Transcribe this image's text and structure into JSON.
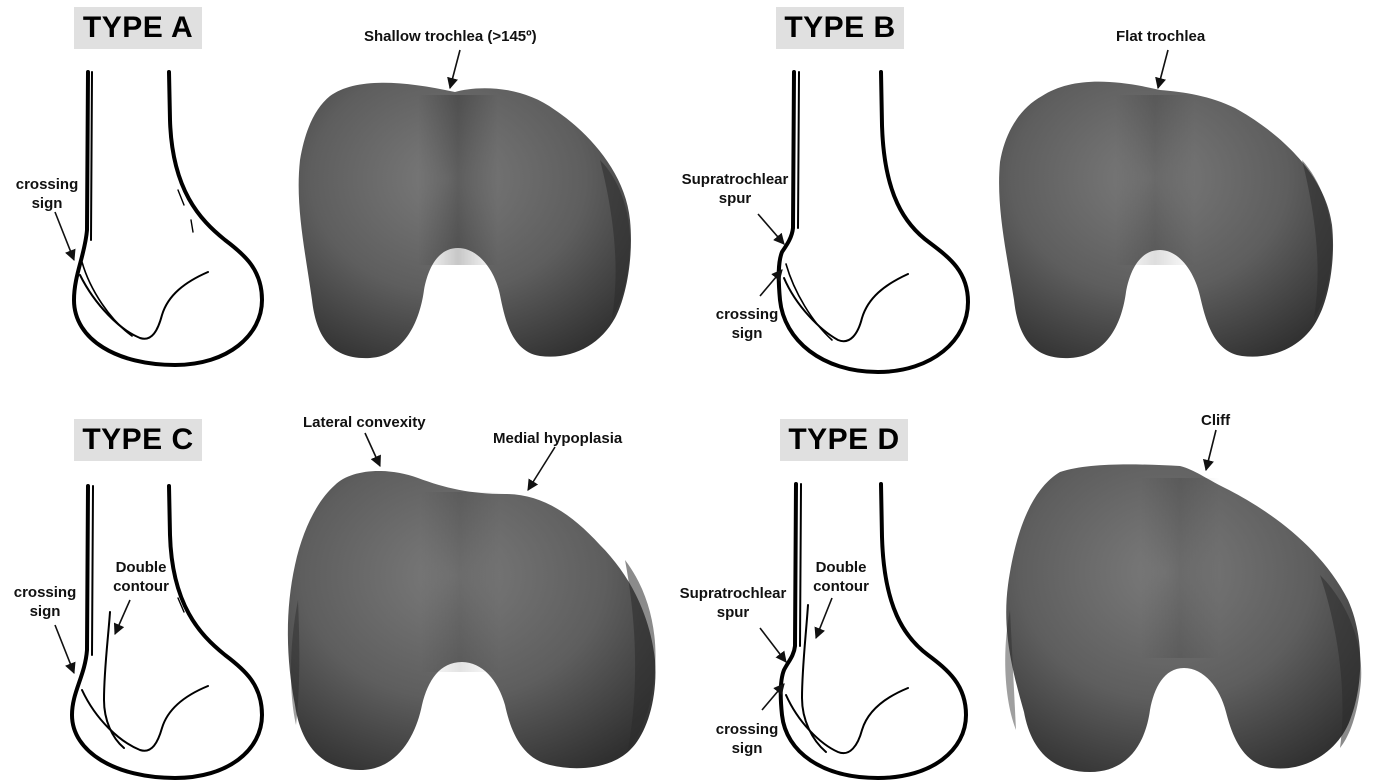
{
  "panels": {
    "a": {
      "title": "TYPE A",
      "trochlea_label": "Shallow trochlea (>145º)",
      "crossing_line1": "crossing",
      "crossing_line2": "sign"
    },
    "b": {
      "title": "TYPE B",
      "trochlea_label": "Flat trochlea",
      "spur_line1": "Supratrochlear",
      "spur_line2": "spur",
      "crossing_line1": "crossing",
      "crossing_line2": "sign"
    },
    "c": {
      "title": "TYPE C",
      "lateral_label": "Lateral convexity",
      "medial_label": "Medial hypoplasia",
      "crossing_line1": "crossing",
      "crossing_line2": "sign",
      "double_line1": "Double",
      "double_line2": "contour"
    },
    "d": {
      "title": "TYPE D",
      "trochlea_label": "Cliff",
      "spur_line1": "Supratrochlear",
      "spur_line2": "spur",
      "crossing_line1": "crossing",
      "crossing_line2": "sign",
      "double_line1": "Double",
      "double_line2": "contour"
    }
  },
  "colors": {
    "title_bg": "#e0e0e0",
    "bone_model": "#5c5c5c",
    "line": "#000000"
  }
}
